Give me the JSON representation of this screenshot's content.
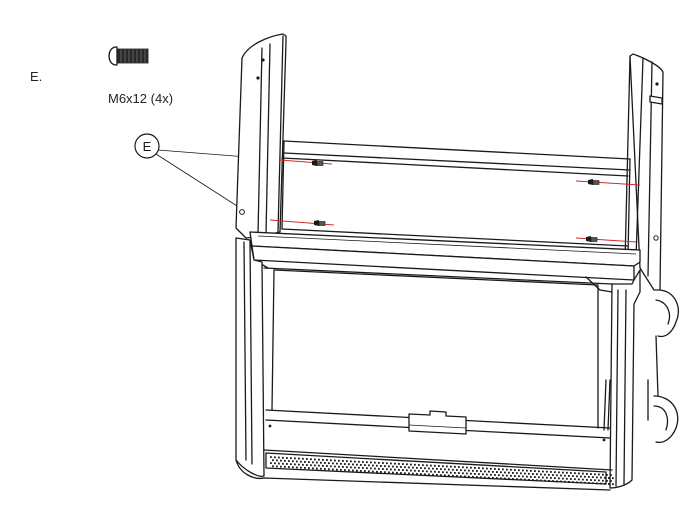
{
  "hardware": {
    "letter": "E.",
    "spec": "M6x12 (4x)",
    "callout": "E",
    "screw_count": 4,
    "icons": [
      "screw-icon",
      "hex-bolt-icon"
    ]
  },
  "colors": {
    "line": "#1a1a1a",
    "guide": "#d42a2a",
    "background": "#ffffff"
  }
}
